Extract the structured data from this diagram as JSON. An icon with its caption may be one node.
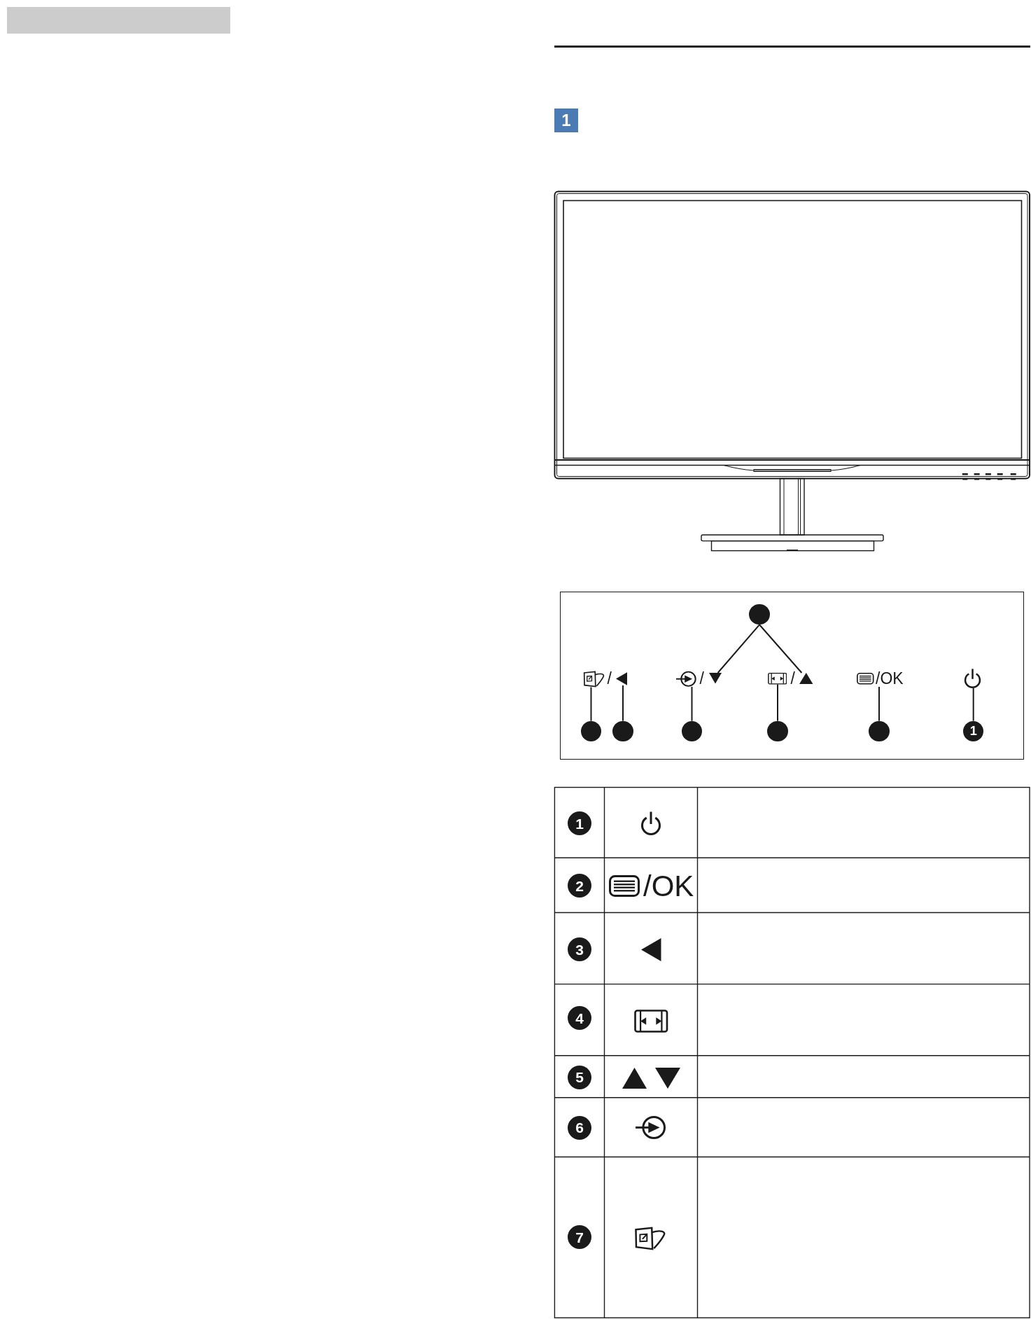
{
  "diagram": {
    "nodes": [
      {
        "text": [],
        "shape": "circle"
      },
      {
        "text": [],
        "shape": "picture"
      },
      {
        "text": [],
        "shape": "triangle"
      },
      {
        "text": [],
        "shape": "picture"
      },
      {
        "text": [],
        "shape": "triangle"
      },
      {
        "text": [],
        "shape": "picture"
      },
      {
        "text": [],
        "shape": "triangle"
      },
      {
        "text": [
          "/OK"
        ]
      },
      {
        "text": [],
        "shape": "picture"
      },
      {
        "text": [],
        "shape": "circle"
      },
      {
        "text": [],
        "shape": "circle"
      },
      {
        "text": [],
        "shape": "circle"
      },
      {
        "text": [],
        "shape": "circle"
      },
      {
        "text": [],
        "shape": "circle"
      },
      {
        "text": [
          "1"
        ]
      },
      {
        "text": [
          "1"
        ]
      },
      {
        "text": [
          "2"
        ]
      },
      {
        "text": [
          "3"
        ]
      },
      {
        "text": [
          "4"
        ]
      },
      {
        "text": [
          "5"
        ]
      },
      {
        "text": [
          "6"
        ]
      },
      {
        "text": [
          "7"
        ]
      }
    ],
    "edges": [
      {
        "from": 0,
        "to": 4,
        "arrow": "none"
      },
      {
        "from": 0,
        "to": 6,
        "arrow": "none"
      },
      {
        "from": 9,
        "to": 1,
        "arrow": "none"
      },
      {
        "from": 10,
        "to": 2,
        "arrow": "none"
      },
      {
        "from": 11,
        "to": 3,
        "arrow": "none"
      },
      {
        "from": 12,
        "to": 5,
        "arrow": "none"
      },
      {
        "from": 13,
        "to": 7,
        "arrow": "none"
      },
      {
        "from": 14,
        "to": 8,
        "arrow": "none"
      }
    ],
    "labels": [
      "1",
      "/",
      "/",
      "/",
      "/OK"
    ]
  }
}
